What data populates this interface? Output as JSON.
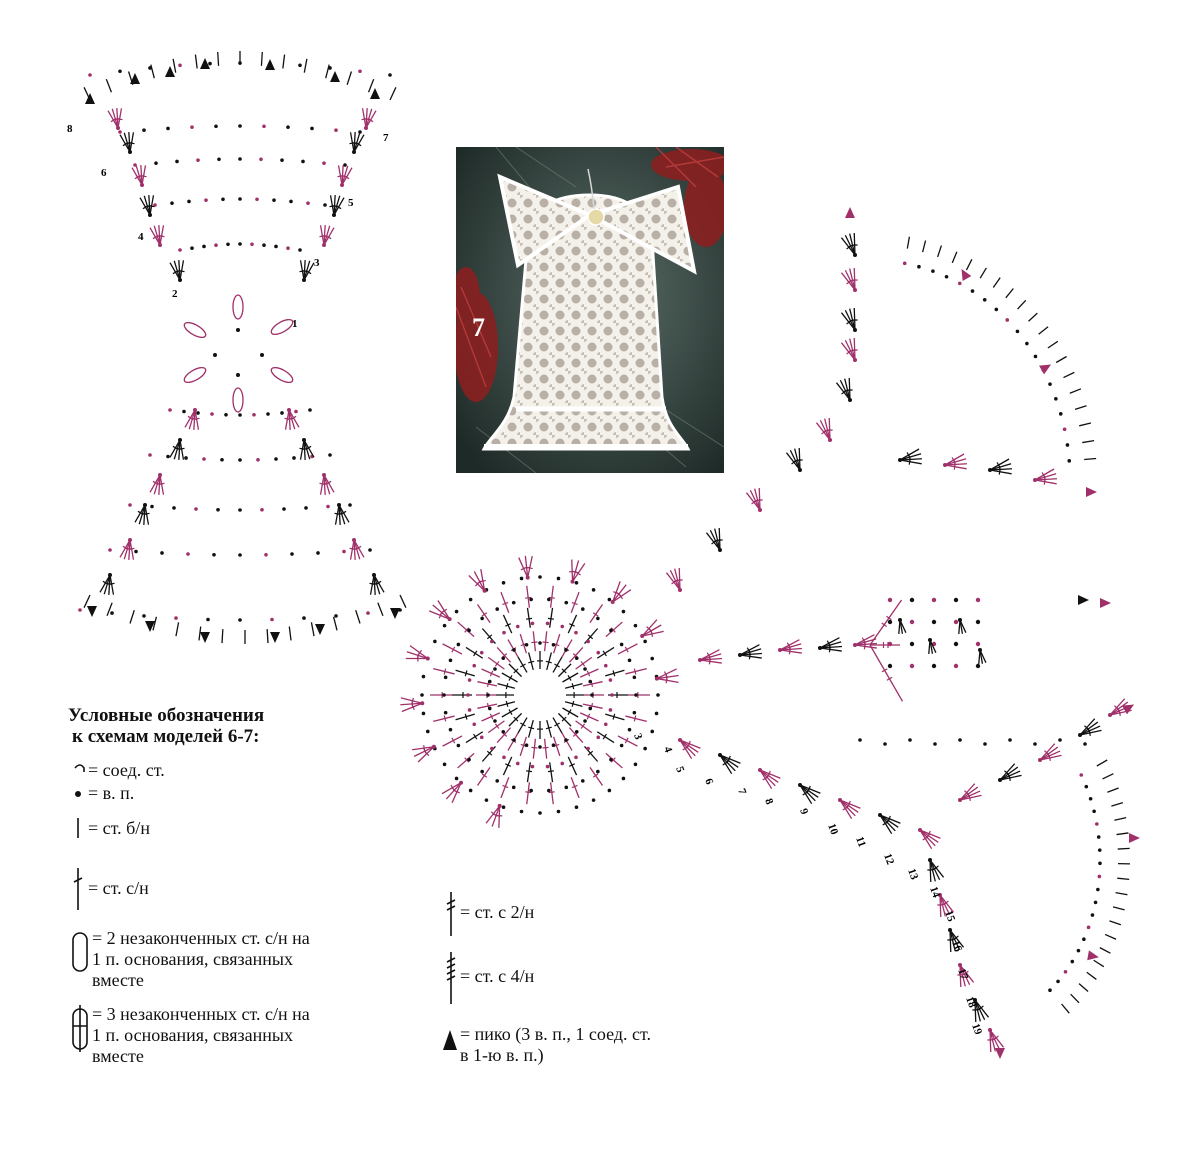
{
  "photo": {
    "number": "7"
  },
  "legend": {
    "title_line1": "Условные обозначения",
    "title_line2": "к схемам моделей 6-7:",
    "items": [
      {
        "symbol": "slip-stitch-icon",
        "text": "= соед. ст."
      },
      {
        "symbol": "chain-stitch-icon",
        "text": "= в. п."
      },
      {
        "symbol": "single-crochet-icon",
        "text": "= ст. б/н"
      },
      {
        "symbol": "double-crochet-icon",
        "text": "= ст. с/н"
      },
      {
        "symbol": "dc2tog-cluster-icon",
        "text": "= 2 незаконченных ст. с/н на\n1 п. основания, связанных\nвместе"
      },
      {
        "symbol": "dc3tog-cluster-icon",
        "text": "= 3 незаконченных ст. с/н на\n1 п. основания, связанных\nвместе"
      },
      {
        "symbol": "treble-crochet-icon",
        "text": "= ст. с 2/н"
      },
      {
        "symbol": "quadruple-treble-icon",
        "text": "= ст. с 4/н"
      },
      {
        "symbol": "picot-icon",
        "text": "= пико (3 в. п., 1 соед. ст.\nв 1-ю в. п.)"
      }
    ]
  },
  "bow_row_labels": [
    "1",
    "2",
    "3",
    "4",
    "5",
    "6",
    "7",
    "8"
  ],
  "motif_row_labels": [
    "3",
    "4",
    "5",
    "6",
    "7",
    "8",
    "9",
    "10",
    "11",
    "12",
    "13",
    "14",
    "15",
    "16",
    "17",
    "18",
    "19"
  ],
  "colors": {
    "accent": "#a0306a",
    "ink": "#111111",
    "photo_bg": "#2c3a36"
  }
}
